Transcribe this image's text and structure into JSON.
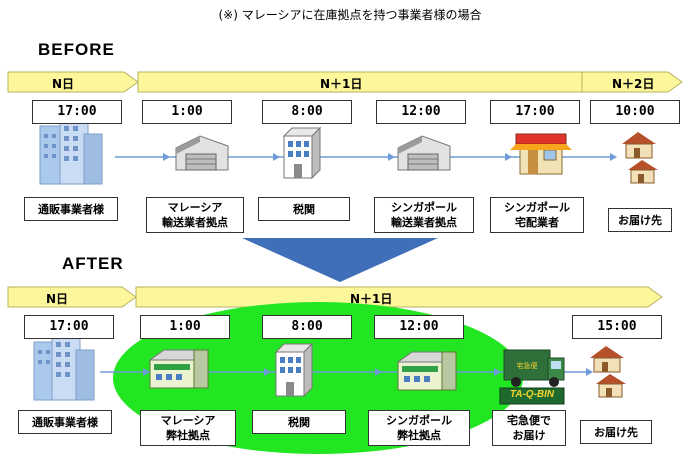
{
  "note": "(※) マレーシアに在庫拠点を持つ事業者様の場合",
  "before": {
    "title": "BEFORE",
    "days": [
      "N日",
      "N＋1日",
      "N＋2日"
    ],
    "times": [
      "17:00",
      "1:00",
      "8:00",
      "12:00",
      "17:00",
      "10:00"
    ],
    "labels": [
      "通販事業者様",
      "マレーシア\n輸送業者拠点",
      "税関",
      "シンガポール\n輸送業者拠点",
      "シンガポール\n宅配業者",
      "お届け先"
    ]
  },
  "after": {
    "title": "AFTER",
    "days": [
      "N日",
      "N＋1日"
    ],
    "times": [
      "17:00",
      "1:00",
      "8:00",
      "12:00",
      "15:00"
    ],
    "labels": [
      "通販事業者様",
      "マレーシア\n弊社拠点",
      "税関",
      "シンガポール\n弊社拠点",
      "宅急便で\nお届け",
      "お届け先"
    ],
    "truck_logo": "TA-Q-BIN"
  },
  "colors": {
    "band": "#fbf79a",
    "green": "#22e622",
    "arrow_blue": "#3e6fb8",
    "line_blue": "#6f9bd8"
  }
}
